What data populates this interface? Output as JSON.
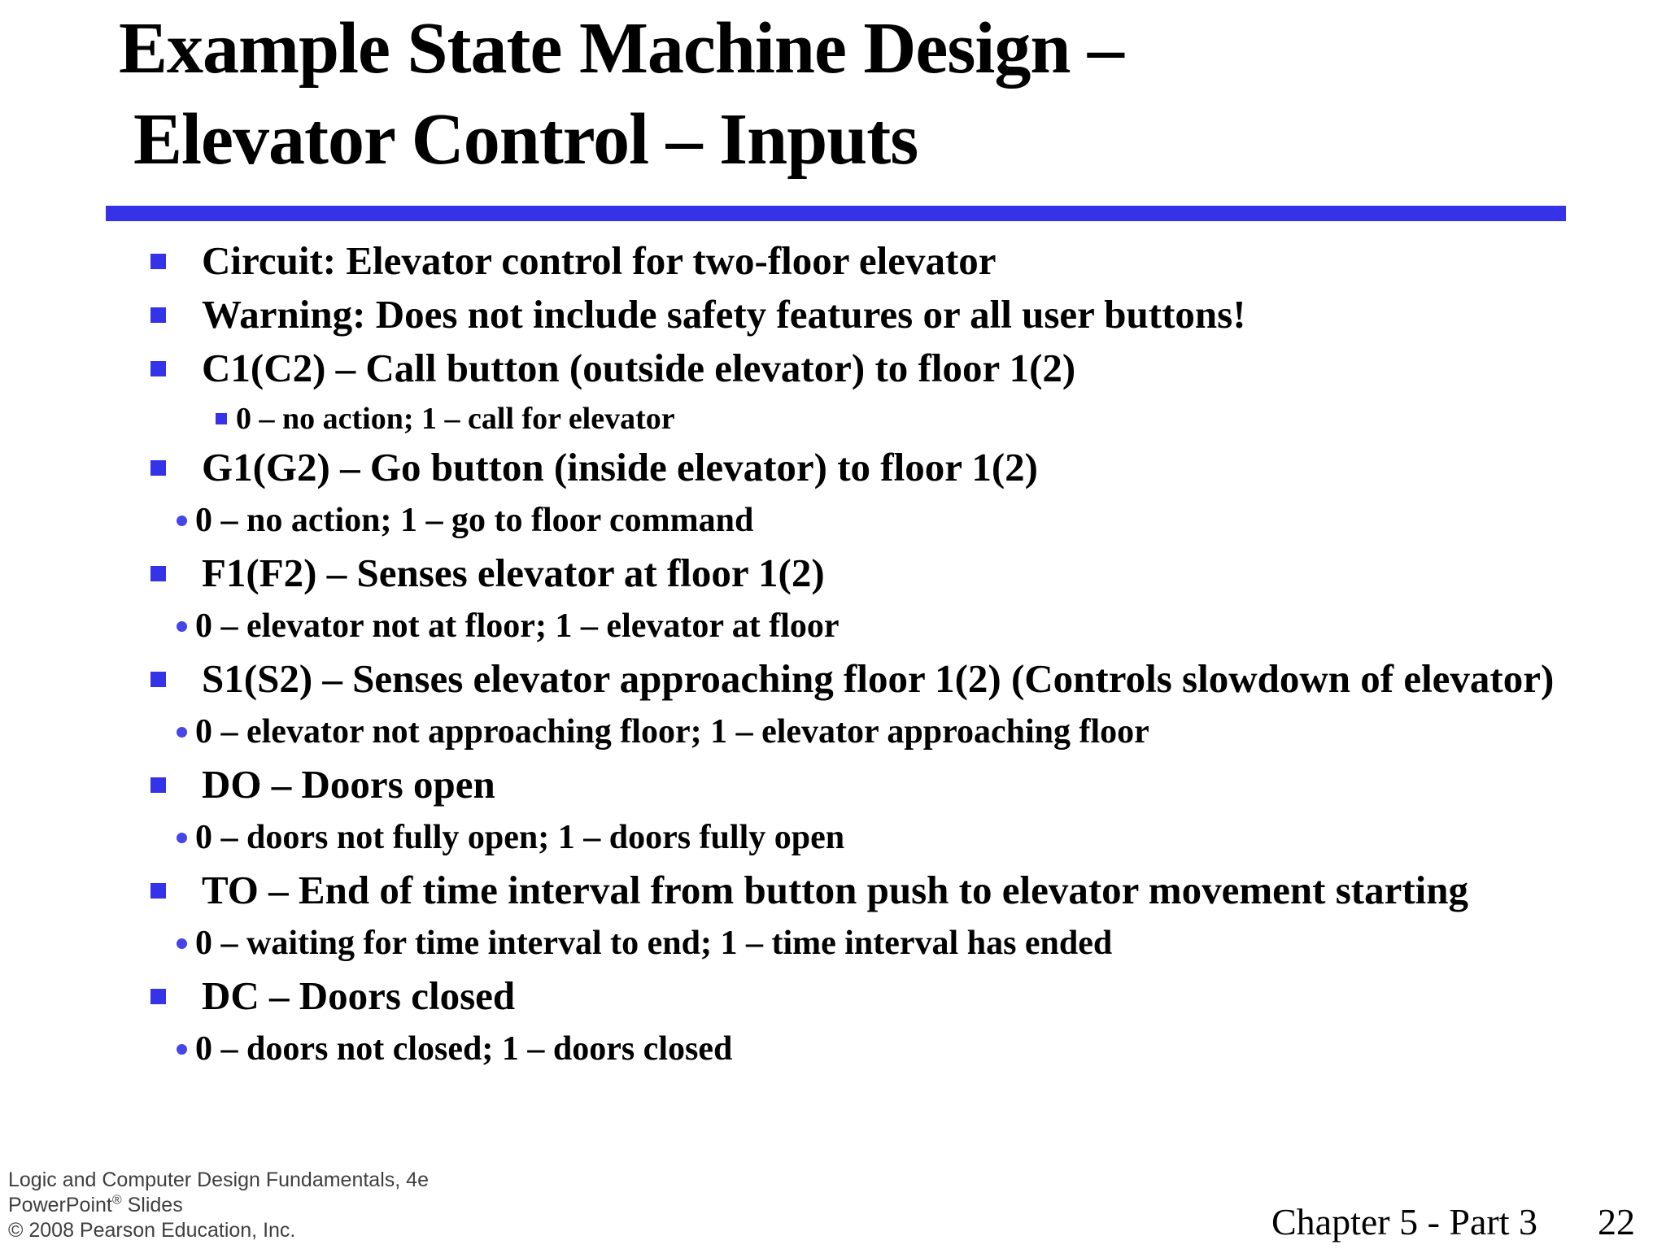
{
  "colors": {
    "accent": "#3533E8",
    "dot": "#4645E8",
    "footer-gray": "#3F3F3F"
  },
  "title": {
    "line1": "Example State Machine Design –",
    "line2": "Elevator Control – Inputs"
  },
  "bullets": [
    {
      "level": 1,
      "text": "Circuit: Elevator control for two-floor elevator"
    },
    {
      "level": 1,
      "text": "Warning: Does not include safety features or all user buttons!"
    },
    {
      "level": 1,
      "text": "C1(C2) – Call button (outside elevator) to floor 1(2)"
    },
    {
      "level": 3,
      "text": "0 – no action; 1 – call for elevator"
    },
    {
      "level": 1,
      "text": "G1(G2) – Go button (inside elevator) to floor 1(2)"
    },
    {
      "level": 2,
      "text": "0 – no action; 1 – go to floor command"
    },
    {
      "level": 1,
      "text": "F1(F2) – Senses elevator at floor 1(2)"
    },
    {
      "level": 2,
      "text": "0 – elevator not at floor; 1 – elevator at floor"
    },
    {
      "level": 1,
      "text": "S1(S2) – Senses elevator approaching floor 1(2) (Controls slowdown of elevator)"
    },
    {
      "level": 2,
      "text": "0 – elevator not approaching floor; 1 – elevator approaching floor"
    },
    {
      "level": 1,
      "text": "DO – Doors open"
    },
    {
      "level": 2,
      "text": "0 – doors not fully open; 1 – doors fully open"
    },
    {
      "level": 1,
      "text": "TO – End of time interval from button push to elevator movement starting"
    },
    {
      "level": 2,
      "text": "0 – waiting for time interval to end; 1 – time interval has ended"
    },
    {
      "level": 1,
      "text": "DC – Doors closed"
    },
    {
      "level": 2,
      "text": "0 – doors not closed; 1 – doors closed"
    }
  ],
  "footer_left": {
    "line1": "Logic and Computer Design Fundamentals, 4e",
    "line2_pre": "PowerPoint",
    "line2_sup": "®",
    "line2_post": " Slides",
    "line3": "© 2008 Pearson Education, Inc."
  },
  "footer_right": {
    "chapter": "Chapter 5 - Part 3",
    "page": "22"
  }
}
